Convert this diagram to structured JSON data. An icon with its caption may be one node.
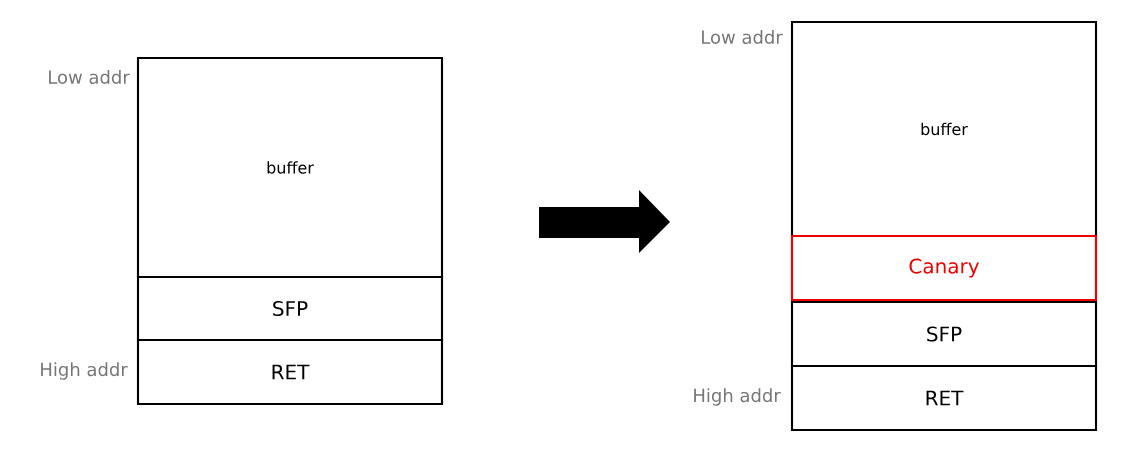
{
  "diagram": {
    "nodes": [
      {
        "text": [
          "buffer"
        ],
        "beside": [
          "Low addr"
        ]
      },
      {
        "text": [
          "SFP"
        ]
      },
      {
        "text": [
          "RET"
        ],
        "beside": [
          "High addr"
        ]
      },
      {
        "text": [
          "buffer"
        ],
        "beside": [
          "Low addr"
        ]
      },
      {
        "text": [
          "Canary"
        ]
      },
      {
        "text": [
          "SFP"
        ]
      },
      {
        "text": [
          "RET"
        ],
        "beside": [
          "High addr"
        ]
      }
    ]
  }
}
